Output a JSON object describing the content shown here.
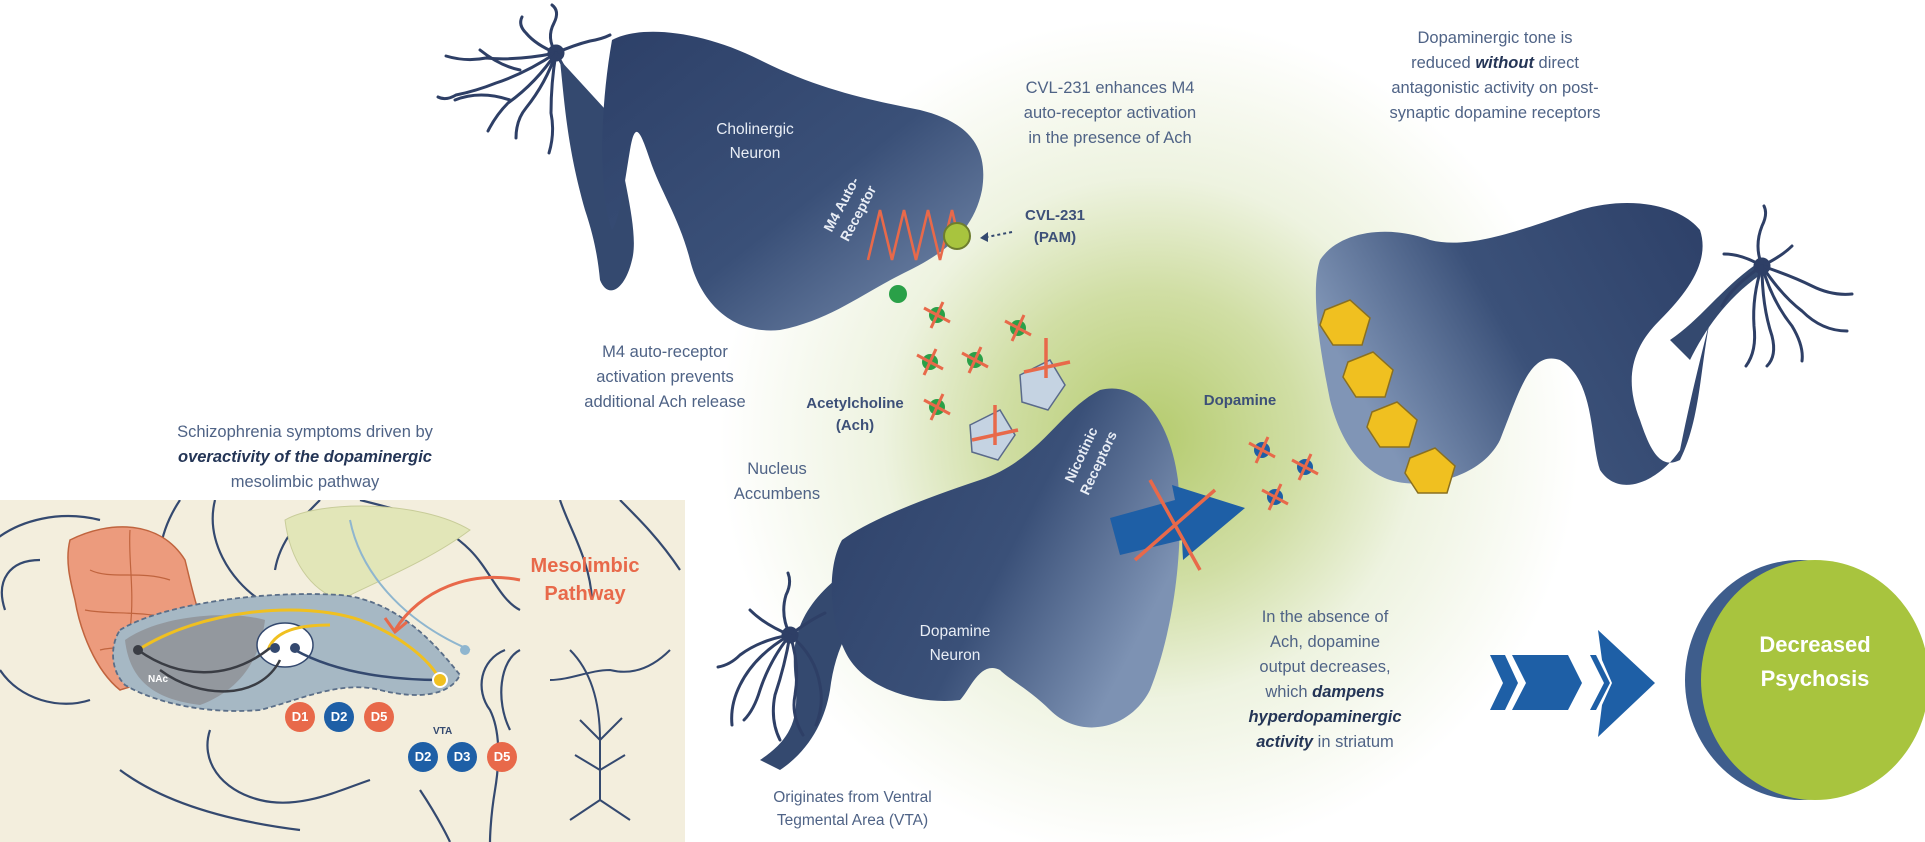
{
  "title": "CVL-231 mechanism of action in schizophrenia",
  "colors": {
    "neuron_navy": "#34496f",
    "accent_green": "#a8c43e",
    "accent_orange": "#e8694a",
    "accent_blue": "#1e5fa6",
    "receptor_yellow": "#f0c020",
    "text_muted": "#4f6386",
    "text_emphasis": "#243556"
  },
  "annotations": {
    "cvl_enhances": {
      "lines": [
        "CVL-231 enhances M4",
        "auto-receptor activation",
        "in the presence of Ach"
      ]
    },
    "dopaminergic_tone": {
      "line1": "Dopaminergic tone is",
      "line2_pre": "reduced ",
      "line2_em": "without",
      "line2_post": " direct",
      "line3": "antagonistic activity on post-",
      "line4": "synaptic dopamine receptors"
    },
    "m4_prevents": {
      "lines": [
        "M4 auto-receptor",
        "activation prevents",
        "additional Ach release"
      ]
    },
    "schizophrenia": {
      "line1": "Schizophrenia symptoms driven by",
      "line2_em": "overactivity of the dopaminergic",
      "line3": "mesolimbic pathway"
    },
    "absence_of_ach": {
      "line1": "In the absence of",
      "line2": "Ach, dopamine",
      "line3": "output decreases,",
      "line4_pre": "which ",
      "line4_em": "dampens",
      "line5_em": "hyperdopaminergic",
      "line6_em": "activity",
      "line6_post": " in striatum"
    },
    "originates": {
      "lines": [
        "Originates from Ventral",
        "Tegmental Area (VTA)"
      ]
    },
    "nucleus_accumbens": {
      "lines": [
        "Nucleus",
        "Accumbens"
      ]
    }
  },
  "labels": {
    "cholinergic_neuron": [
      "Cholinergic",
      "Neuron"
    ],
    "m4_autoreceptor": [
      "M4 Auto-",
      "Receptor"
    ],
    "cvl231_pam": [
      "CVL-231",
      "(PAM)"
    ],
    "acetylcholine": [
      "Acetylcholine",
      "(Ach)"
    ],
    "dopamine": "Dopamine",
    "dopamine_neuron": [
      "Dopamine",
      "Neuron"
    ],
    "nicotinic_receptors": [
      "Nicotinic",
      "Receptors"
    ],
    "outcome": [
      "Decreased",
      "Psychosis"
    ]
  },
  "brain_panel": {
    "pathway_label": [
      "Mesolimbic",
      "Pathway"
    ],
    "nac_label": "NAc",
    "vta_label": "VTA",
    "nac_receptors": [
      {
        "label": "D1",
        "color": "orange"
      },
      {
        "label": "D2",
        "color": "blue"
      },
      {
        "label": "D5",
        "color": "orange"
      }
    ],
    "vta_receptors": [
      {
        "label": "D2",
        "color": "blue"
      },
      {
        "label": "D3",
        "color": "blue"
      },
      {
        "label": "D5",
        "color": "orange"
      }
    ]
  },
  "icons": {
    "ach_molecule": "green-dot-with-orange-x",
    "dopamine_molecule": "blue-dot-with-orange-x",
    "pam_molecule": "green-circle",
    "postsynaptic_receptor": "yellow-pentagon",
    "blocked_receptor": "pentagon-with-orange-cross",
    "release_arrow": "blue-arrow-crossed",
    "flow_arrow": "double-chevron-arrow"
  }
}
